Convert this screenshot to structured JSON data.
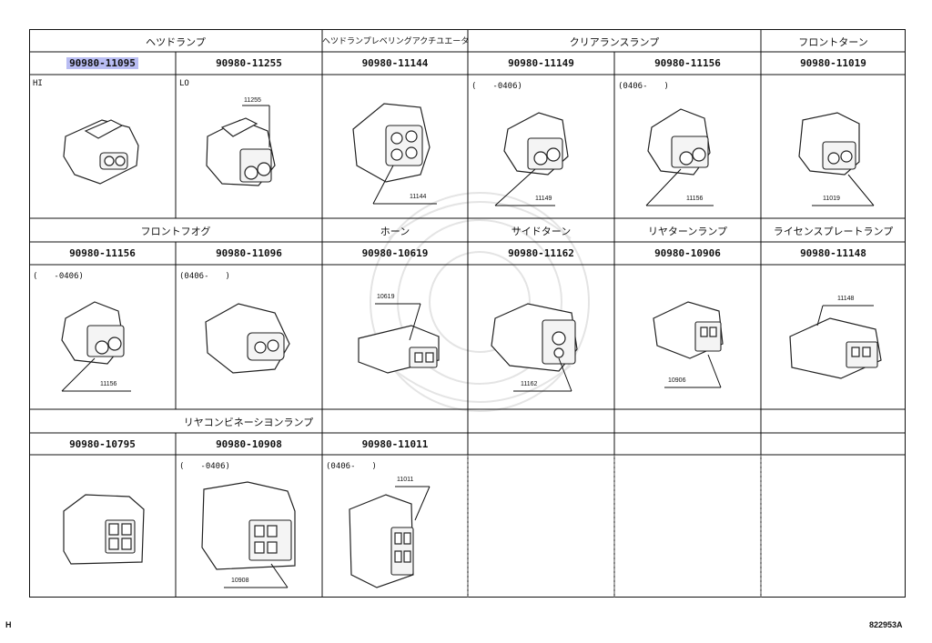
{
  "sections": {
    "headlamp": "ヘツドランプ",
    "headlamp_leveling": "ヘツドランプレベリングアクチユエータ",
    "clearance": "クリアランスランプ",
    "front_turn": "フロントターン",
    "front_fog": "フロントフオグ",
    "horn": "ホーン",
    "side_turn": "サイドターン",
    "rear_turn": "リヤターンランプ",
    "license": "ライセンスプレートランプ",
    "rear_combo": "リヤコンビネーシヨンランプ"
  },
  "part_numbers": {
    "r1c1": "90980-11095",
    "r1c2": "90980-11255",
    "r1c3": "90980-11144",
    "r1c4": "90980-11149",
    "r1c5": "90980-11156",
    "r1c6": "90980-11019",
    "r2c1": "90980-11156",
    "r2c2": "90980-11096",
    "r2c3": "90980-10619",
    "r2c4": "90980-11162",
    "r2c5": "90980-10906",
    "r2c6": "90980-11148",
    "r3c1": "90980-10795",
    "r3c2": "90980-10908",
    "r3c3": "90980-11011"
  },
  "tags": {
    "hi": "HI",
    "lo": "LO",
    "r1c4": "(　　-0406)",
    "r1c5": "(0406-　　)",
    "r2c1": "(　　-0406)",
    "r2c2": "(0406-　　)",
    "r3c2": "(　　-0406)",
    "r3c3": "(0406-　　)"
  },
  "callouts": {
    "r1c2": "11255",
    "r1c3": "11144",
    "r1c4": "11149",
    "r1c5": "11156",
    "r1c6": "11019",
    "r2c1": "11156",
    "r2c3": "10619",
    "r2c4": "11162",
    "r2c5": "10906",
    "r2c6": "11148",
    "r3c2": "10908",
    "r3c3": "11011"
  },
  "footer": {
    "left": "H",
    "right": "822953A"
  },
  "colors": {
    "highlight": "#b9bdf3",
    "line": "#111111"
  }
}
